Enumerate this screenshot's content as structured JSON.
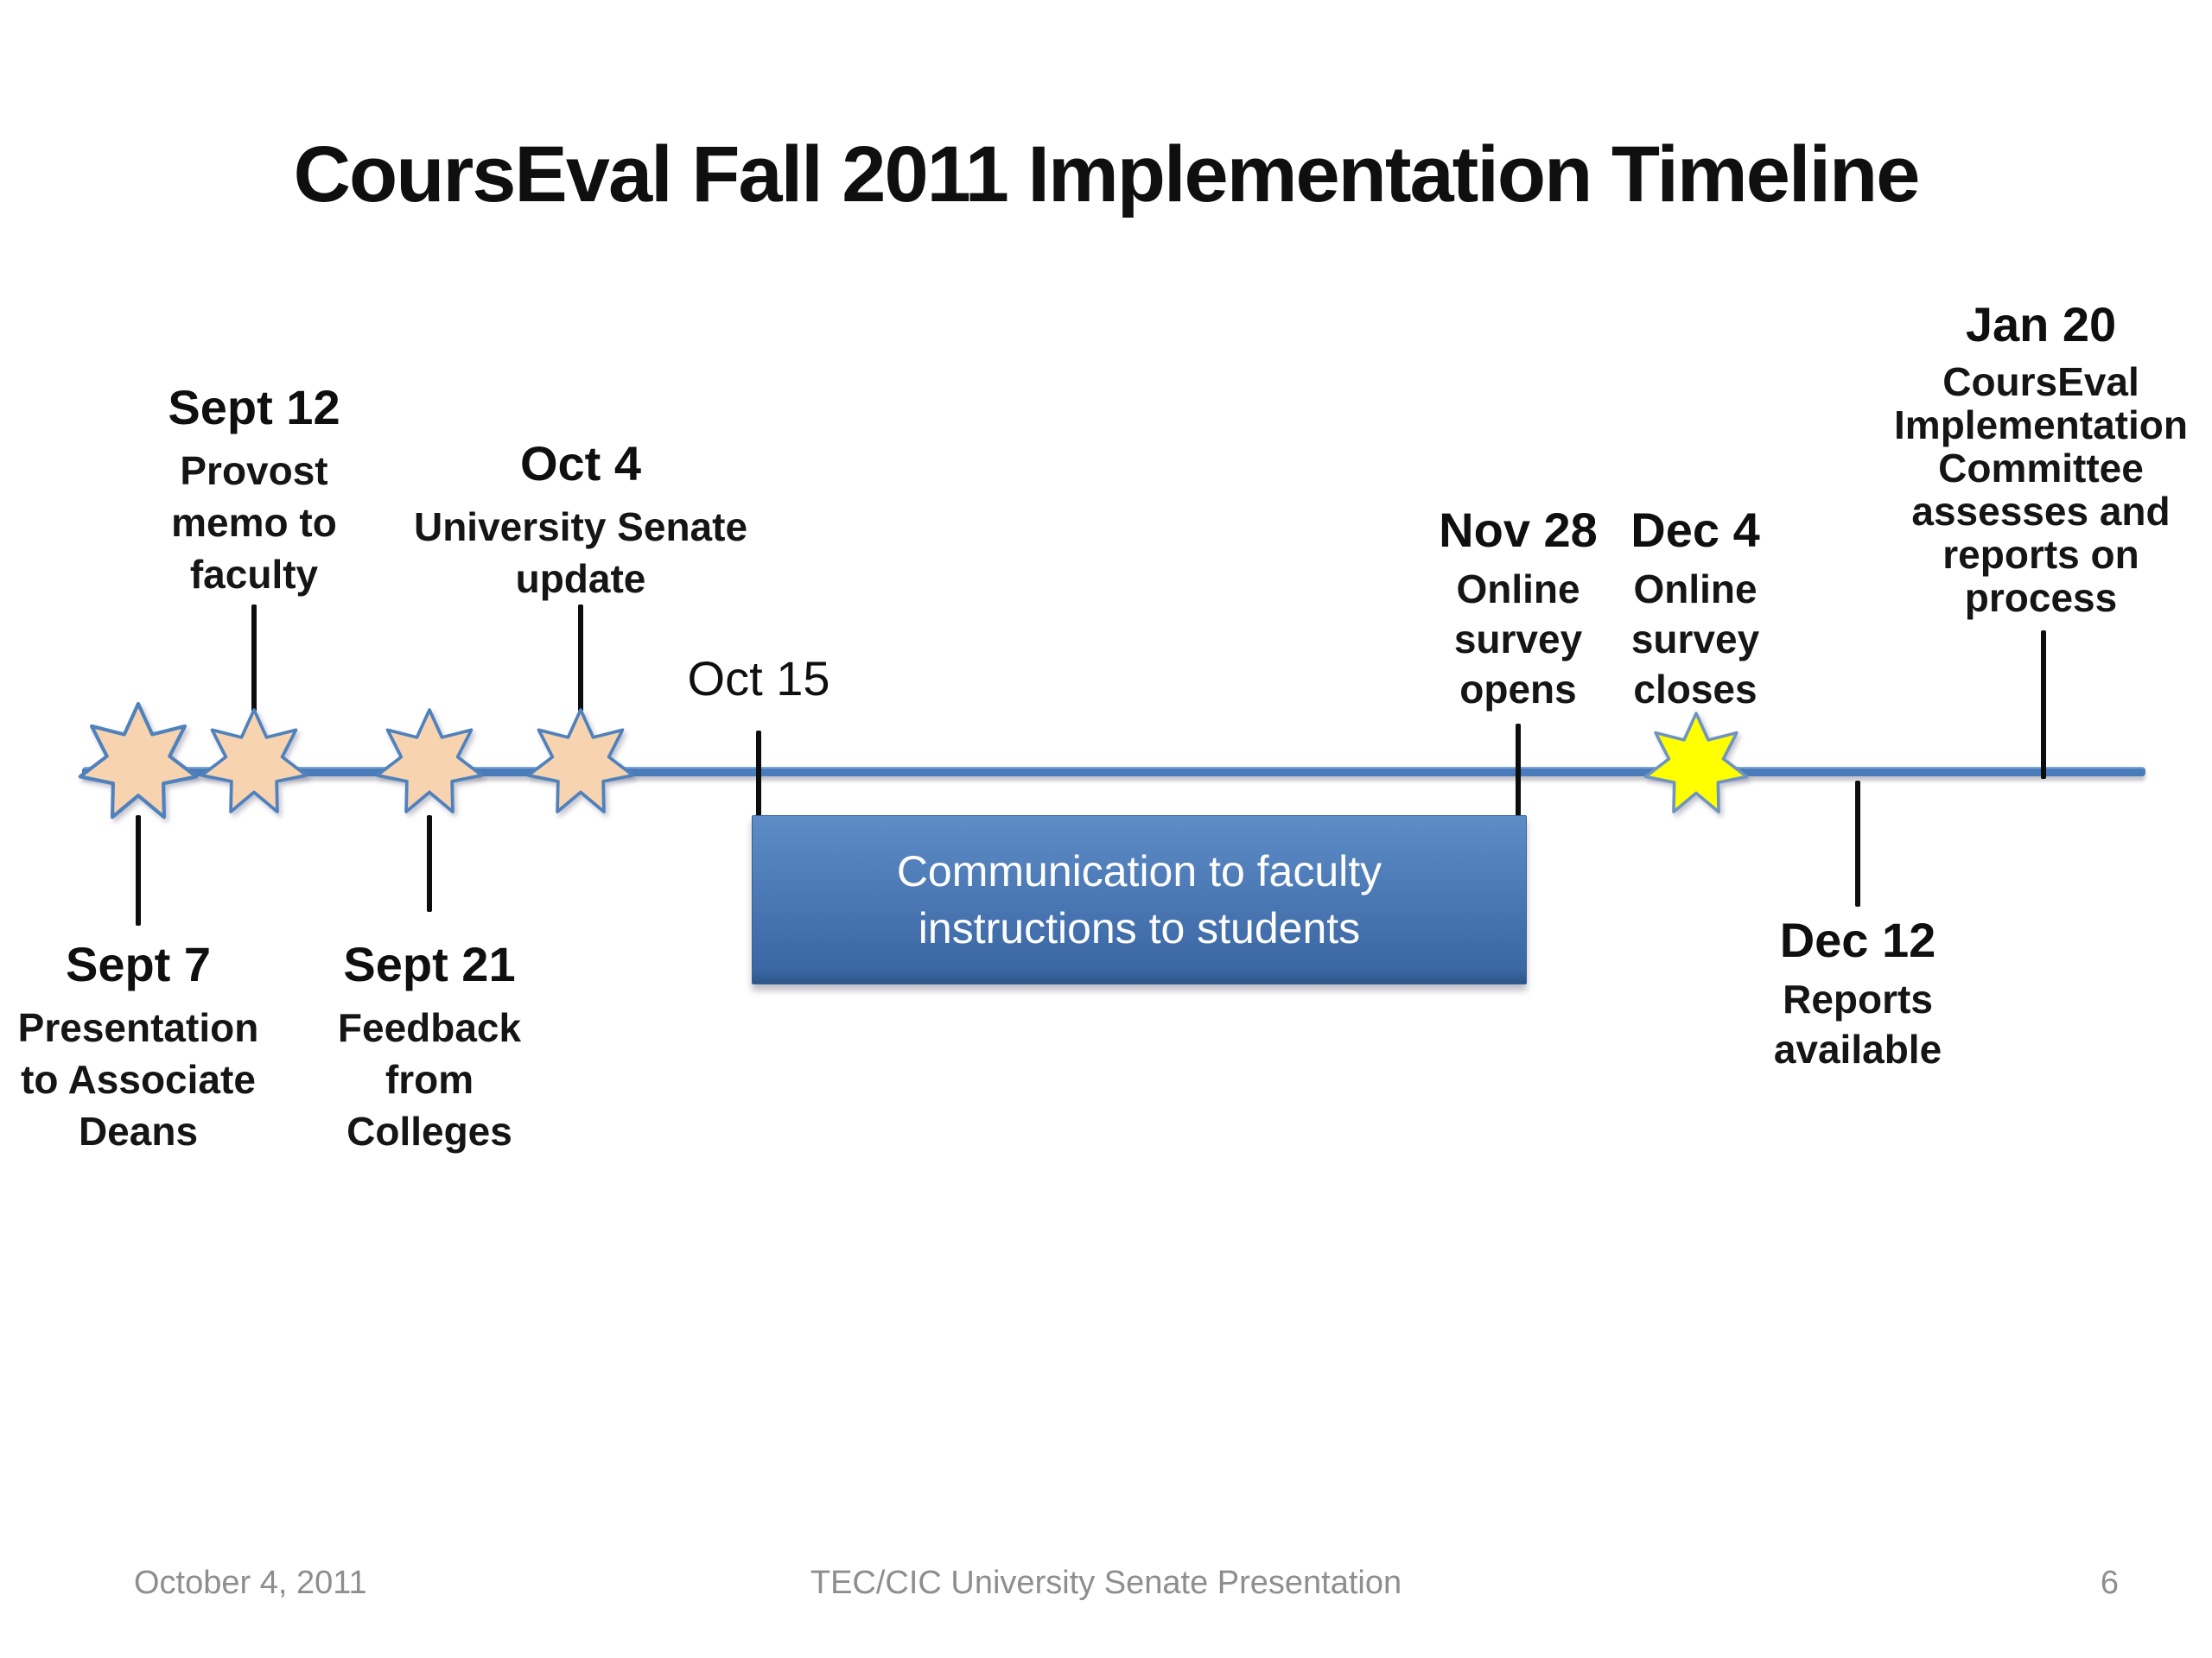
{
  "title": "CoursEval Fall 2011 Implementation Timeline",
  "timeline": {
    "events": {
      "sept7": {
        "date": "Sept 7",
        "desc": "Presentation\nto Associate\nDeans",
        "marker": "seven-point-star",
        "side": "below"
      },
      "sept12": {
        "date": "Sept 12",
        "desc": "Provost\nmemo to\nfaculty",
        "marker": "seven-point-star",
        "side": "above"
      },
      "sept21": {
        "date": "Sept 21",
        "desc": "Feedback\nfrom\nColleges",
        "marker": "seven-point-star",
        "side": "below"
      },
      "oct4": {
        "date": "Oct 4",
        "desc": "University Senate\nupdate",
        "marker": "seven-point-star",
        "side": "above"
      },
      "oct15": {
        "date": "Oct 15",
        "desc": "",
        "marker": "tick",
        "side": "above"
      },
      "nov28": {
        "date": "Nov 28",
        "desc": "Online\nsurvey\nopens",
        "marker": "tick",
        "side": "above"
      },
      "dec4": {
        "date": "Dec 4",
        "desc": "Online\nsurvey\ncloses",
        "marker": "seven-point-star-yellow",
        "side": "above"
      },
      "dec12": {
        "date": "Dec 12",
        "desc": "Reports\navailable",
        "marker": "tick",
        "side": "below"
      },
      "jan20": {
        "date": "Jan 20",
        "desc": "CoursEval\nImplementation\nCommittee\nassesses and\nreports on\nprocess",
        "marker": "tick",
        "side": "above"
      }
    },
    "period_box": {
      "text": "Communication to faculty\ninstructions to students"
    }
  },
  "footer": {
    "date": "October 4, 2011",
    "presentation_title": "TEC/CIC University Senate Presentation",
    "page_number": "6"
  },
  "colors": {
    "accent_blue": "#4F81BD",
    "axis_blue": "#4A7CBB",
    "star_fill": "#F8D3AF",
    "star_stroke": "#4F81BD",
    "star_highlight_yellow": "#FFFF00",
    "tick_black": "#0D0D0D",
    "box_gradient_top": "#5E8CC7",
    "box_gradient_bottom": "#3A67A3",
    "box_text": "#FFFFFF",
    "label_text": "#151515",
    "footer_gray": "#8E8E8E",
    "background": "#FFFFFF"
  }
}
